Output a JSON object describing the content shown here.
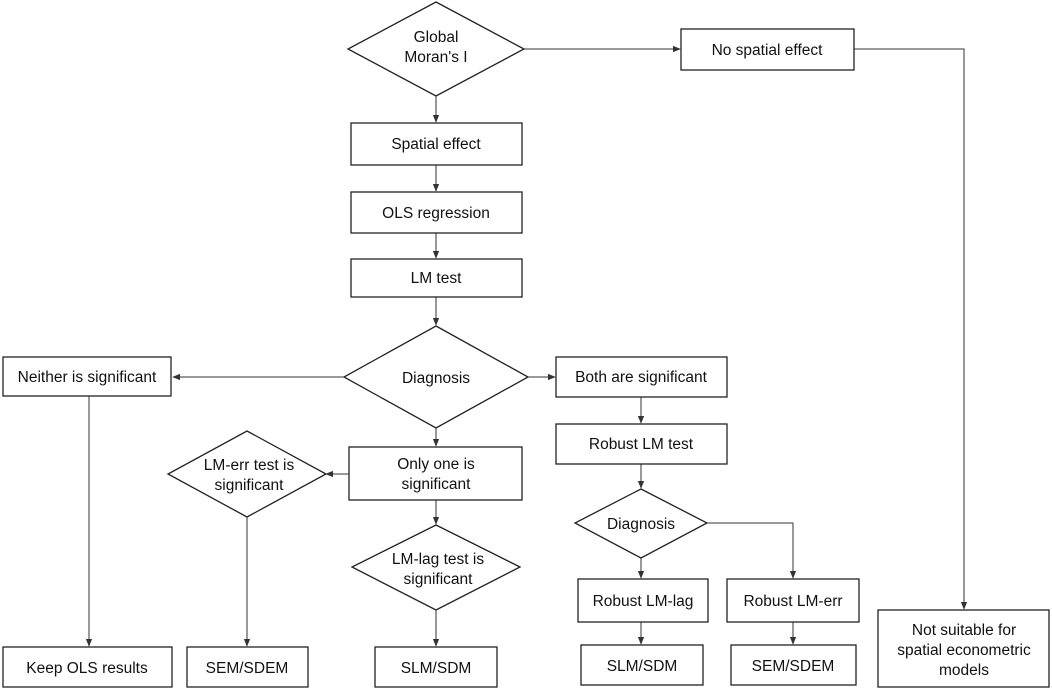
{
  "nodes": {
    "global_morans_i": [
      "Global",
      "Moran's I"
    ],
    "no_spatial_effect": "No spatial effect",
    "spatial_effect": "Spatial effect",
    "ols_regression": "OLS regression",
    "lm_test": "LM test",
    "diagnosis_1": "Diagnosis",
    "neither_significant": "Neither is significant",
    "both_significant": "Both are significant",
    "only_one_significant": [
      "Only one is",
      "significant"
    ],
    "robust_lm_test": "Robust LM test",
    "lm_err_significant": [
      "LM-err test is",
      "significant"
    ],
    "lm_lag_significant": [
      "LM-lag test is",
      "significant"
    ],
    "diagnosis_2": "Diagnosis",
    "robust_lm_lag": "Robust LM-lag",
    "robust_lm_err": "Robust LM-err",
    "keep_ols_results": "Keep OLS results",
    "sem_sdem_1": "SEM/SDEM",
    "slm_sdm_1": "SLM/SDM",
    "slm_sdm_2": "SLM/SDM",
    "sem_sdem_2": "SEM/SDEM",
    "not_suitable": [
      "Not suitable for",
      "spatial econometric",
      "models"
    ]
  }
}
